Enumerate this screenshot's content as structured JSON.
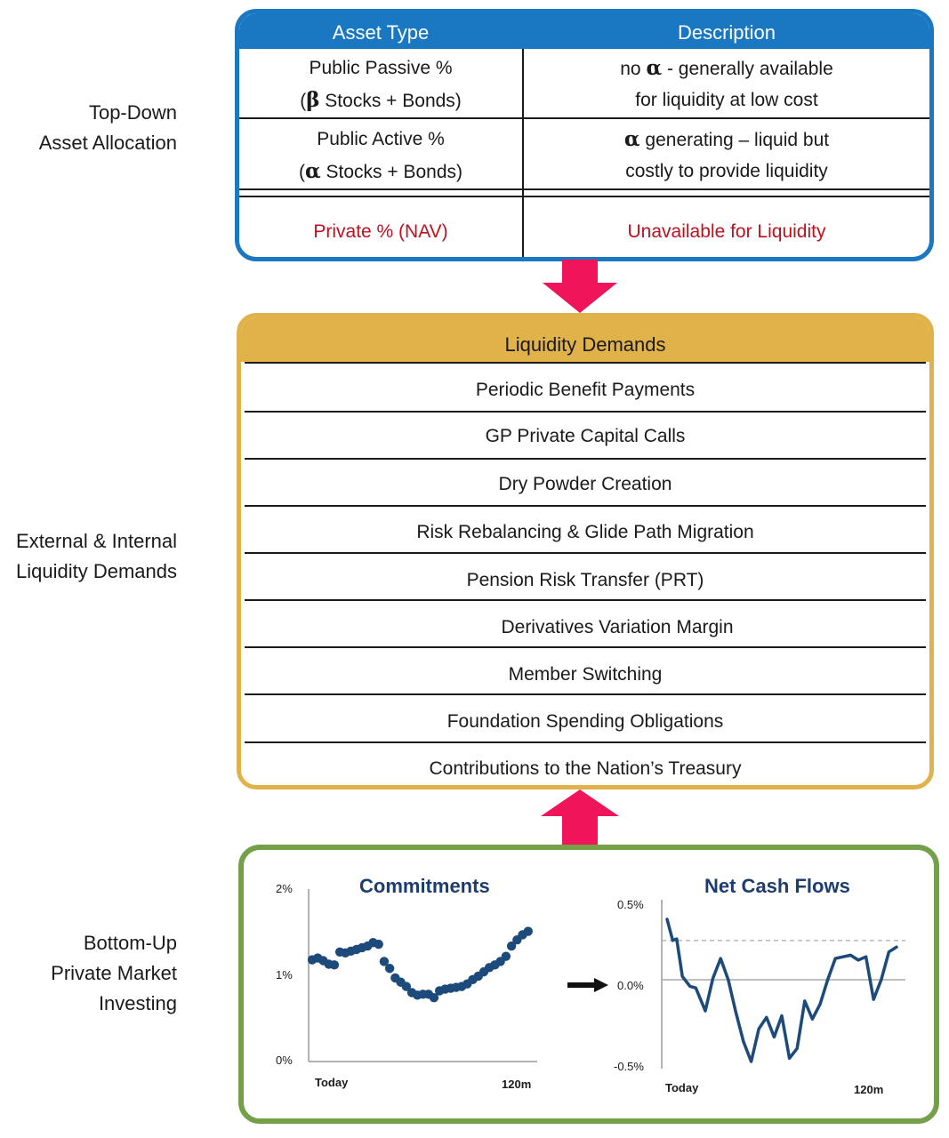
{
  "labels": {
    "top": [
      "Top-Down",
      "Asset Allocation"
    ],
    "middle": [
      "External & Internal",
      "Liquidity Demands"
    ],
    "bottom": [
      "Bottom-Up",
      "Private Market",
      "Investing"
    ]
  },
  "colors": {
    "blue": "#1a78c2",
    "gold": "#e2b24a",
    "green": "#74a04a",
    "arrow": "#f0145a",
    "red_text": "#c0101e",
    "line": "#1c4a7a"
  },
  "asset_table": {
    "headers": [
      "Asset Type",
      "Description"
    ],
    "rows": [
      {
        "type_line1": "Public Passive %",
        "type_greek": "β",
        "type_line2": " Stocks + Bonds)",
        "desc_prefix": "no ",
        "desc_greek": "α",
        "desc_line1": " - generally available",
        "desc_line2": "for liquidity at low cost"
      },
      {
        "type_line1": "Public Active %",
        "type_greek": "α",
        "type_line2": " Stocks + Bonds)",
        "desc_prefix": "",
        "desc_greek": "α",
        "desc_line1": " generating – liquid but",
        "desc_line2": "costly to provide liquidity"
      }
    ],
    "private": {
      "type": "Private % (NAV)",
      "desc": "Unavailable for Liquidity"
    }
  },
  "liquidity": {
    "title": "Liquidity Demands",
    "items": [
      "Periodic Benefit Payments",
      "GP Private Capital Calls",
      "Dry Powder Creation",
      "Risk Rebalancing & Glide Path Migration",
      "Pension Risk Transfer (PRT)",
      "Derivatives Variation Margin",
      "Member Switching",
      "Foundation Spending Obligations",
      "Contributions to the Nation’s Treasury"
    ]
  },
  "chart_data": [
    {
      "type": "scatter",
      "title": "Commitments",
      "y_ticks": [
        "2%",
        "1%",
        "0%"
      ],
      "x_ticks": [
        "Today",
        "120m"
      ],
      "ylim": [
        0,
        2
      ],
      "xlim": [
        0,
        120
      ],
      "x": [
        0,
        3,
        6,
        9,
        12,
        15,
        18,
        21,
        24,
        27,
        30,
        33,
        36,
        39,
        42,
        45,
        48,
        51,
        54,
        57,
        60,
        63,
        66,
        69,
        72,
        75,
        78,
        81,
        84,
        87,
        90,
        93,
        96,
        99,
        102,
        105,
        108,
        111,
        114,
        117
      ],
      "y": [
        1.18,
        1.2,
        1.17,
        1.13,
        1.12,
        1.27,
        1.26,
        1.28,
        1.3,
        1.32,
        1.34,
        1.38,
        1.36,
        1.16,
        1.08,
        0.97,
        0.92,
        0.87,
        0.8,
        0.77,
        0.78,
        0.78,
        0.74,
        0.82,
        0.84,
        0.85,
        0.86,
        0.87,
        0.9,
        0.95,
        0.99,
        1.04,
        1.09,
        1.12,
        1.16,
        1.22,
        1.34,
        1.41,
        1.47,
        1.51
      ]
    },
    {
      "type": "line",
      "title": "Net Cash Flows",
      "y_ticks": [
        "0.5%",
        "0.0%",
        "-0.5%"
      ],
      "x_ticks": [
        "Today",
        "120m"
      ],
      "ylim": [
        -0.5,
        0.5
      ],
      "xlim": [
        0,
        120
      ],
      "reference_line_y": 0.24,
      "x": [
        0,
        3,
        5,
        8,
        12,
        15,
        20,
        24,
        28,
        32,
        36,
        40,
        44,
        48,
        52,
        56,
        60,
        64,
        68,
        72,
        76,
        80,
        84,
        88,
        92,
        96,
        100,
        104,
        108,
        112,
        116,
        120
      ],
      "y": [
        0.37,
        0.24,
        0.25,
        0.02,
        -0.04,
        -0.05,
        -0.19,
        0.01,
        0.13,
        0.0,
        -0.2,
        -0.38,
        -0.5,
        -0.3,
        -0.23,
        -0.35,
        -0.22,
        -0.48,
        -0.42,
        -0.13,
        -0.24,
        -0.15,
        0.0,
        0.13,
        0.14,
        0.15,
        0.12,
        0.14,
        -0.12,
        0.0,
        0.17,
        0.2
      ]
    }
  ]
}
